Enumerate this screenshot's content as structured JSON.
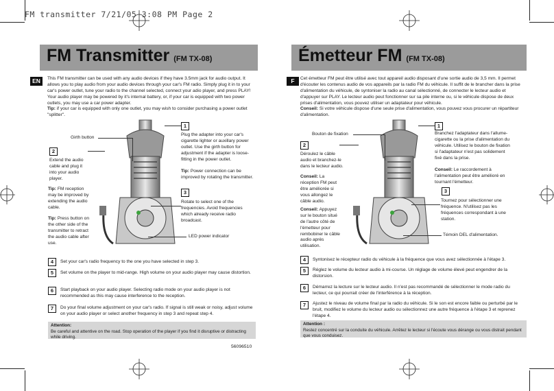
{
  "print_header": "FM transmitter   7/21/05   3:08 PM   Page 2",
  "left": {
    "title": "FM Transmitter",
    "model": "(FM TX-08)",
    "lang": "EN",
    "intro": "This FM transmitter can be used with any audio devices if they have 3.5mm jack for audio output. It allows you to play audio from your audio devices through your car's FM radio. Simply plug it in to your car's power outlet, tune your radio to the channel selected, connect your adio player, and press PLAY! Your audio player may be powered by it's internal battery, or, if your car is equipped with two power outlets, you may use a car power adapter.",
    "intro_tip_label": "Tip:",
    "intro_tip": "if your car is equipped with only one outlet, you may wish to consider purchasing a power outlet \"splitter\".",
    "girth_label": "Girth button",
    "step1_num": "1",
    "step1": "Plug the adapter into your car's cigarette lighter or auxillary power outlet. Use the girth button for adjustment if the adapter is loose-fitting in the power outlet.",
    "step1_tip_label": "Tip:",
    "step1_tip": "Power connection can be improved by rotating the transmitter.",
    "step2_num": "2",
    "step2": "Extend the audio cable and plug it into your audio player.",
    "tip_reception_label": "Tip:",
    "tip_reception": "FM reception may be improved by extending the audio cable.",
    "tip_press_label": "Tip:",
    "tip_press": "Press button on the other side of the transmitter to retract the audio cable after use.",
    "step3_num": "3",
    "step3": "Rotate to select one of the frequencies. Avoid frequencies which already receive radio broadcast.",
    "led_label": "LED power indicator",
    "steps": [
      {
        "num": "4",
        "text": "Set your car's radio frequency to the one you have selected in step 3."
      },
      {
        "num": "5",
        "text": "Set volume on the player to mid-range. High volume on your audio player may cause distortion."
      },
      {
        "num": "6",
        "text": "Start playback on your audio player. Selecting radio mode on your audio player is not recommended as this may cause interference to the reception."
      },
      {
        "num": "7",
        "text": "Do your final volume adjustment on your car's radio.  If signal is still weak or noisy, adjust volume on your audio player or select another frequency in step 3 and repeat step 4."
      }
    ],
    "attention_head": "Attention:",
    "attention": "Be careful and attentive on the road. Stop operation of the player if you find it disruptive or distracting while driving.",
    "code": "56096510"
  },
  "right": {
    "title": "Émetteur FM",
    "model": "(FM TX-08)",
    "lang": "F",
    "intro": "Cet émetteur FM peut être utilisé avec tout appareil audio disposant d'une sortie audio de 3,5 mm. Il permet d'écouter les contenus audio de vos appareils par la radio FM du véhicule. Il suffit de le brancher dans la prise d'alimentation du véhicule, de syntoniser la radio au canal sélectionné, de connecter le lecteur audio et d'appuyer sur PLAY. Le lecteur audio peut fonctionner sur sa pile interne ou, si le véhicule dispose de deux prises d'alimentation, vous pouvez utiliser un adaptateur pour véhicule.",
    "intro_tip_label": "Conseil:",
    "intro_tip": "Si votre véhicule dispose d'une seule prise d'alimentation, vous pouvez vous procurer un répartiteur d'alimentation.",
    "girth_label": "Bouton de fixation",
    "step1_num": "1",
    "step1": "Branchez l'adaptateur dans l'allume-cigarette ou la prise d'alimentation du véhicule. Utilisez le bouton de fixation si l'adaptateur n'est pas solidement fixé dans la prise.",
    "step1_tip_label": "Conseil:",
    "step1_tip": "Le raccordement à l'alimentation peut être amélioré en tournant l'émetteur.",
    "step2_num": "2",
    "step2": "Déroulez le câble audio et branchez-le dans le lecteur audio.",
    "tip_reception_label": "Conseil:",
    "tip_reception": "La réception FM peut être améliorée si vous allongez le câble audio.",
    "tip_press_label": "Conseil:",
    "tip_press": "Appuyez sur le bouton situé de l'autre côté de l'émetteur pour rembobiner le câble audio après utilisation.",
    "step3_num": "3",
    "step3": "Tournez pour sélectionner une fréquence. N'utilisez pas les fréquences correspondant à une station.",
    "led_label": "Témoin DEL d'alimentation.",
    "steps": [
      {
        "num": "4",
        "text": "Syntonisez le récepteur radio du véhicule à la fréquence que vous avez sélectionnée à l'étape 3."
      },
      {
        "num": "5",
        "text": "Réglez le volume du lecteur audio à mi-course. Un réglage de volume élevé peut engendrer de la distorsion."
      },
      {
        "num": "6",
        "text": "Démarrez la lecture sur le lecteur audio. Il n'est pas recommandé de sélectionner le mode radio du lecteur, ce qui pourrait créer de l'interférence à la réception."
      },
      {
        "num": "7",
        "text": "Ajustez le niveau de volume final par la radio du véhicule. Si le son est encore faible ou perturbé par le bruit, modifiez le volume du lecteur audio ou sélectionnez une autre fréquence à l'étape 3 et reprenez l'étape 4."
      }
    ],
    "attention_head": "Attention :",
    "attention": "Restez concentré sur la conduite du véhicule. Arrêtez le lecteur si l'écoute vous dérange ou vous distrait pendant que vous conduisez."
  }
}
